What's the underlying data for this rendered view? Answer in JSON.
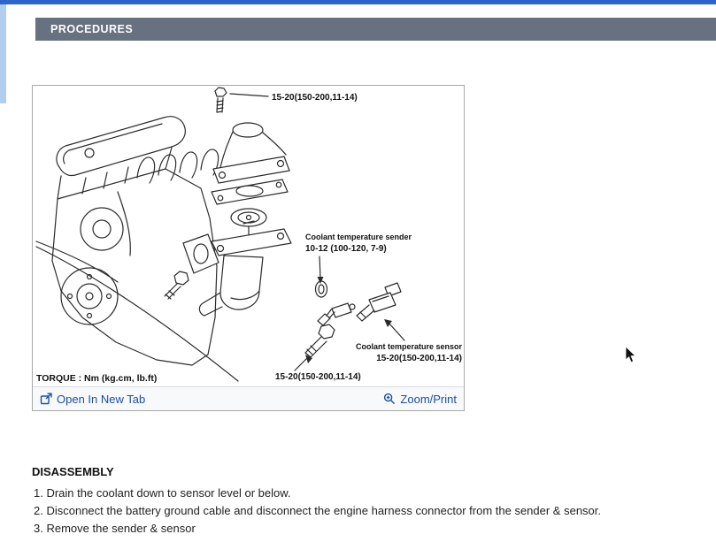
{
  "header": {
    "title": "PROCEDURES"
  },
  "figure": {
    "torque_note": "TORQUE : Nm (kg.cm, lb.ft)",
    "labels": {
      "top_bolt_torque": "15-20(150-200,11-14)",
      "sender_name": "Coolant temperature sender",
      "sender_torque": "10-12 (100-120, 7-9)",
      "sensor_name": "Coolant temperature sensor",
      "sensor_torque": "15-20(150-200,11-14)",
      "bottom_bolt_torque": "15-20(150-200,11-14)"
    },
    "actions": {
      "open_in_new_tab": "Open In New Tab",
      "zoom_print": "Zoom/Print"
    }
  },
  "content": {
    "section_title": "DISASSEMBLY",
    "steps": [
      "1. Drain the coolant down to sensor level or below.",
      "2. Disconnect the battery ground cable and disconnect the engine harness connector from the sender & sensor.",
      "3. Remove the sender & sensor"
    ]
  },
  "colors": {
    "top_line": "#2c66cc",
    "header_bg": "#67717f",
    "link": "#1d4fa1",
    "diagram_ink": "#2b2b2b"
  }
}
